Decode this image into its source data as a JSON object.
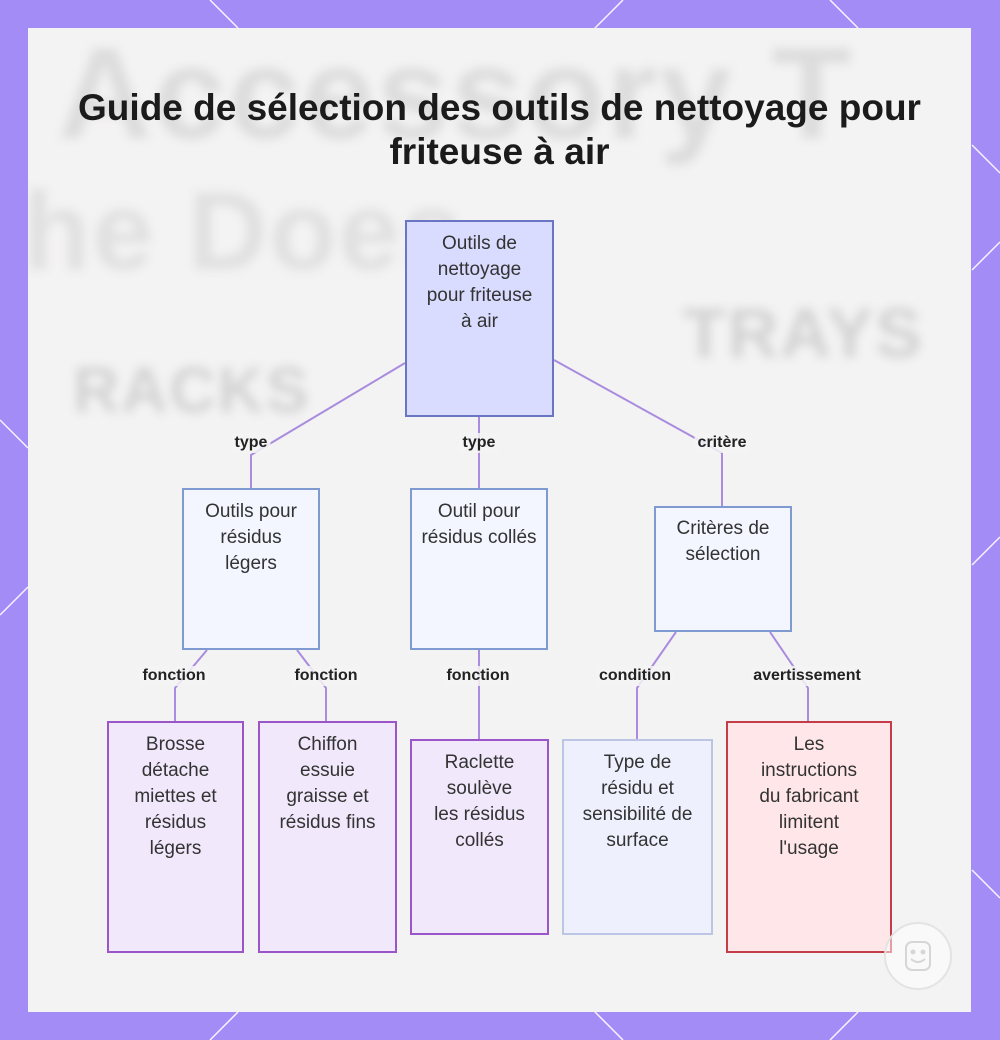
{
  "title": "Guide de sélection des outils de nettoyage pour friteuse à air",
  "background_words": [
    "Accessory T",
    "he Does",
    "RACKS",
    "TRAYS"
  ],
  "colors": {
    "frame": "#a48cf7",
    "root_fill": "#d9dcff",
    "root_border": "#6a75c4",
    "category_fill": "#f3f5ff",
    "category_border": "#7f9ad0",
    "leaf_fill": "#f1e8fb",
    "leaf_border": "#9a56c8",
    "condition_fill": "#eef1fd",
    "condition_border": "#bcc6e4",
    "warning_fill": "#ffe7e9",
    "warning_border": "#c43c47",
    "edge": "#a98bdf"
  },
  "nodes": {
    "root": "Outils de nettoyage pour friteuse à air",
    "light": "Outils pour résidus légers",
    "stuck": "Outil pour résidus collés",
    "criteria": "Critères de sélection",
    "brush": "Brosse détache miettes et résidus légers",
    "cloth": "Chiffon essuie graisse et résidus fins",
    "scraper": "Raclette soulève les résidus collés",
    "condition": "Type de résidu et sensibilité de surface",
    "warning": "Les instructions du fabricant limitent l'usage"
  },
  "edge_labels": {
    "root_light": "type",
    "root_stuck": "type",
    "root_criteria": "critère",
    "light_brush": "fonction",
    "light_cloth": "fonction",
    "stuck_scraper": "fonction",
    "criteria_condition": "condition",
    "criteria_warning": "avertissement"
  },
  "icons": {
    "logo": "smiling-face-logo-icon"
  }
}
